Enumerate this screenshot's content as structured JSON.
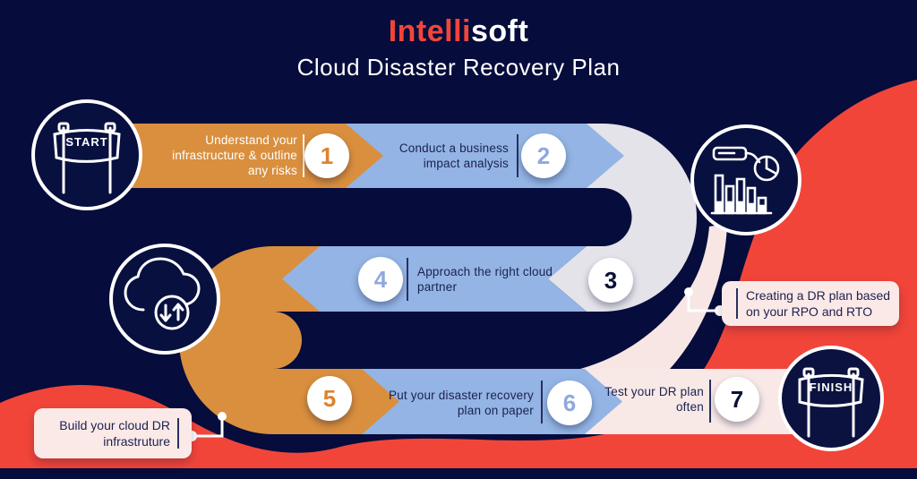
{
  "logo": {
    "part1": "Intelli",
    "part2": "soft"
  },
  "title": "Cloud Disaster Recovery Plan",
  "steps": [
    {
      "number": "1",
      "label": "Understand your infrastructure & outline any risks"
    },
    {
      "number": "2",
      "label": "Conduct a business impact analysis"
    },
    {
      "number": "3",
      "label": ""
    },
    {
      "number": "4",
      "label": "Approach the right cloud partner"
    },
    {
      "number": "5",
      "label": ""
    },
    {
      "number": "6",
      "label": "Put your disaster recovery plan on paper"
    },
    {
      "number": "7",
      "label": "Test your DR plan often"
    }
  ],
  "callouts": [
    {
      "text": "Creating a DR plan based on your RPO and RTO"
    },
    {
      "text": "Build your cloud DR infrastruture"
    }
  ],
  "markers": {
    "start": "START",
    "finish": "FINISH"
  },
  "icons": [
    "start-banner-icon",
    "analytics-chart-icon",
    "cloud-sync-icon",
    "finish-banner-icon"
  ],
  "colors": {
    "background_navy": "#060C3B",
    "red_blob": "#F2453A",
    "orange_band": "#D98F3E",
    "blue_band": "#93B4E4",
    "gray_band": "#E4E3EA",
    "pink_band": "#F8E9E7",
    "callout_bg": "#FBE9E7",
    "text_navy": "#1B2150",
    "white": "#FFFFFF"
  }
}
